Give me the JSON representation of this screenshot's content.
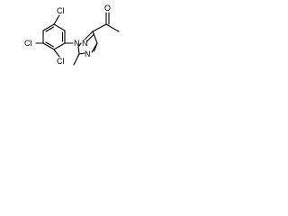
{
  "molecule": {
    "atoms": {
      "cl_top": "Cl",
      "cl_left": "Cl",
      "cl_bottom": "Cl",
      "n1": "N",
      "n2": "N",
      "n4": "N",
      "o": "O"
    }
  }
}
